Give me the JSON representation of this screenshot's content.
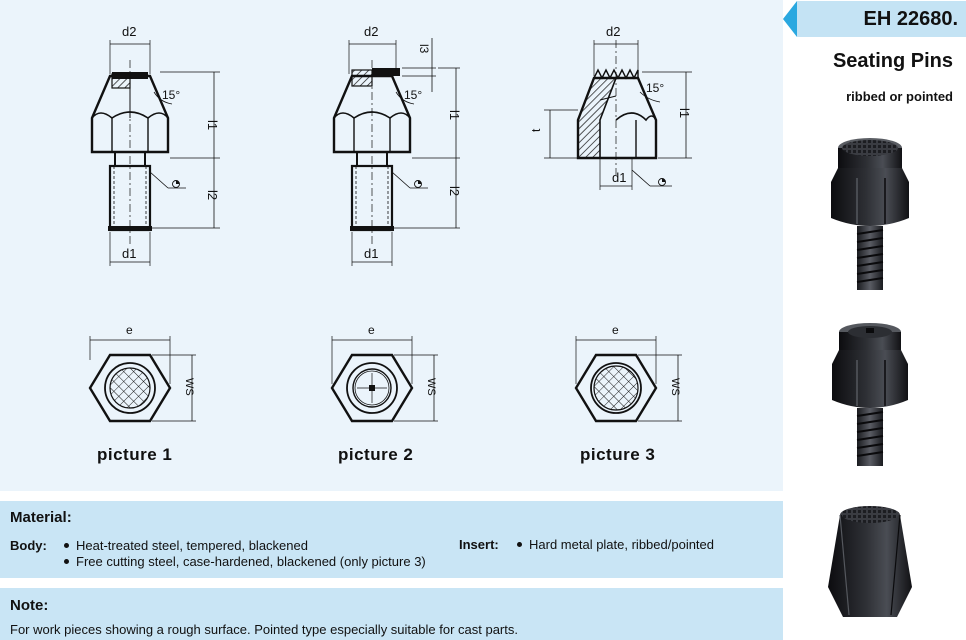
{
  "product": {
    "code": "EH 22680.",
    "title": "Seating Pins",
    "subtitle": "ribbed or pointed"
  },
  "drawing": {
    "dim_labels": [
      "d2",
      "l1",
      "l2",
      "d1",
      "l3",
      "t",
      "e",
      "WS"
    ],
    "angle_label": "15°",
    "captions": [
      "picture 1",
      "picture 2",
      "picture 3"
    ]
  },
  "material": {
    "title": "Material:",
    "body_label": "Body:",
    "body_items": [
      "Heat-treated steel, tempered, blackened",
      "Free cutting steel, case-hardened, blackened (only picture 3)"
    ],
    "insert_label": "Insert:",
    "insert_items": [
      "Hard metal plate, ribbed/pointed"
    ]
  },
  "note": {
    "title": "Note:",
    "text": "For work pieces showing a rough surface. Pointed type especially suitable for cast parts."
  },
  "colors": {
    "accent_arrow": "#2aa8e0",
    "code_box": "#c4e3f4",
    "drawing_bg": "#ebf4fb",
    "panel_bg": "#c9e5f5"
  }
}
